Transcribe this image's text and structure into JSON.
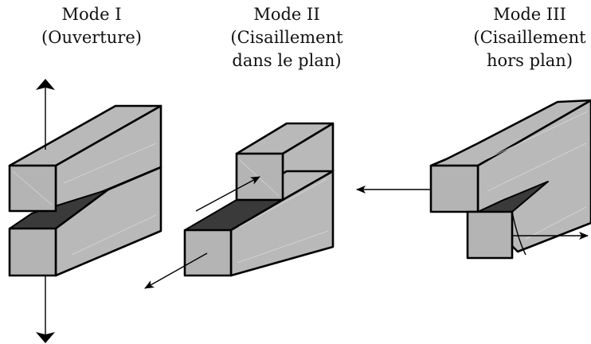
{
  "modes": [
    {
      "id": "mode-1",
      "title": "Mode I",
      "line2": "(Ouverture)",
      "line3": ""
    },
    {
      "id": "mode-2",
      "title": "Mode II",
      "line2": "(Cisaillement",
      "line3": "dans le plan)"
    },
    {
      "id": "mode-3",
      "title": "Mode III",
      "line2": "(Cisaillement",
      "line3": "hors plan)"
    }
  ],
  "colors": {
    "block_face": "#b9b9b9",
    "crack_surface": "#3a3a3a",
    "outline": "#000000",
    "background": "#ffffff"
  }
}
